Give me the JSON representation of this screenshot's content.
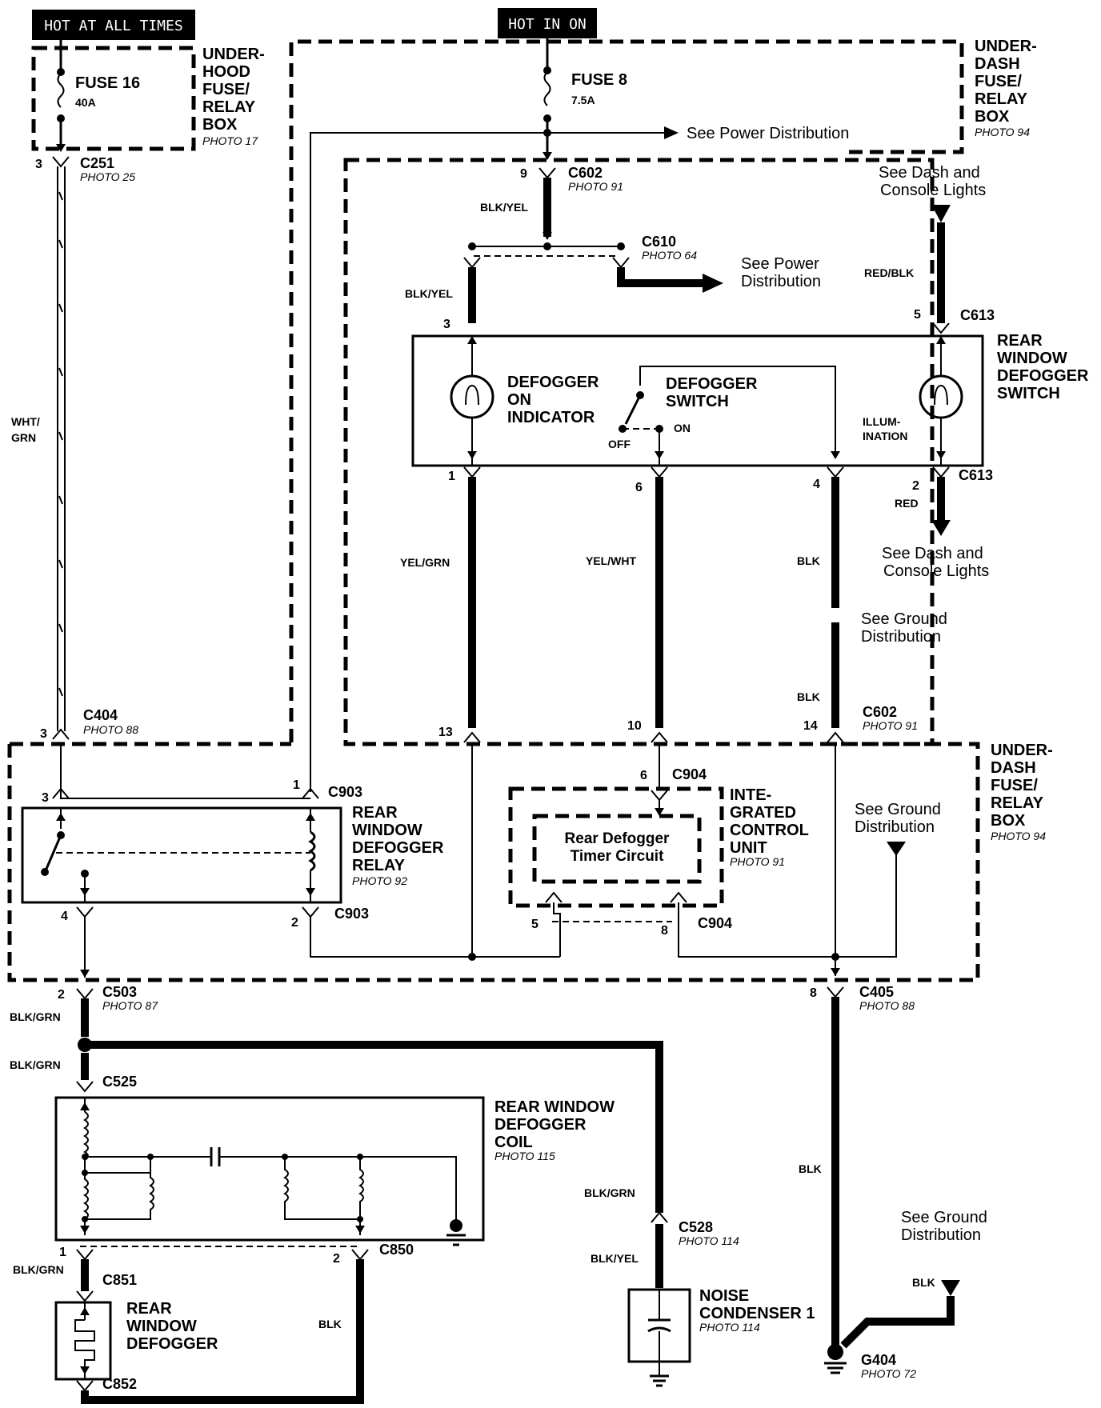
{
  "tags": {
    "hot_at_all_times": "HOT AT ALL TIMES",
    "hot_in_on": "HOT IN ON"
  },
  "fuses": {
    "fuse16": {
      "name": "FUSE 16",
      "rating": "40A"
    },
    "fuse8": {
      "name": "FUSE 8",
      "rating": "7.5A"
    }
  },
  "boxes": {
    "underhood": {
      "l1": "UNDER-",
      "l2": "HOOD",
      "l3": "FUSE/",
      "l4": "RELAY",
      "l5": "BOX",
      "photo": "PHOTO 17"
    },
    "underdash_top": {
      "l1": "UNDER-",
      "l2": "DASH",
      "l3": "FUSE/",
      "l4": "RELAY",
      "l5": "BOX",
      "photo": "PHOTO 94"
    },
    "underdash_bottom": {
      "l1": "UNDER-",
      "l2": "DASH",
      "l3": "FUSE/",
      "l4": "RELAY",
      "l5": "BOX",
      "photo": "PHOTO 94"
    }
  },
  "connectors": {
    "c251": {
      "name": "C251",
      "photo": "PHOTO 25",
      "pin": "3"
    },
    "c602_top": {
      "name": "C602",
      "photo": "PHOTO 91",
      "pin": "9"
    },
    "c610": {
      "name": "C610",
      "photo": "PHOTO 64"
    },
    "c613_top": {
      "name": "C613",
      "pin": "5"
    },
    "c613_bottom": {
      "name": "C613",
      "pin": "2"
    },
    "c404": {
      "name": "C404",
      "photo": "PHOTO 88",
      "pin": "3"
    },
    "c903_top": {
      "name": "C903",
      "pin_left": "3",
      "pin_right": "1"
    },
    "c903_bottom": {
      "name": "C903",
      "pin_left": "4",
      "pin_right": "2"
    },
    "c602_bottom": {
      "name": "C602",
      "photo": "PHOTO 91",
      "pin1": "13",
      "pin2": "10",
      "pin3": "14"
    },
    "c904_top": {
      "name": "C904",
      "pin": "6"
    },
    "c904_bottom": {
      "name": "C904",
      "pin1": "5",
      "pin2": "8"
    },
    "c405": {
      "name": "C405",
      "photo": "PHOTO 88",
      "pin": "8"
    },
    "c503": {
      "name": "C503",
      "photo": "PHOTO 87",
      "pin": "2"
    },
    "c525": {
      "name": "C525"
    },
    "c528": {
      "name": "C528",
      "photo": "PHOTO 114"
    },
    "c850": {
      "name": "C850",
      "pin": "2"
    },
    "c851": {
      "name": "C851",
      "pin": "1"
    },
    "c852": {
      "name": "C852"
    },
    "g404": {
      "name": "G404",
      "photo": "PHOTO 72"
    }
  },
  "switch_pins": {
    "p3": "3",
    "p1": "1",
    "p6": "6",
    "p4": "4"
  },
  "wires": {
    "wht_grn_1": "WHT/",
    "wht_grn_2": "GRN",
    "blk_yel_top": "BLK/YEL",
    "blk_yel_left": "BLK/YEL",
    "red_blk": "RED/BLK",
    "red": "RED",
    "yel_grn": "YEL/GRN",
    "yel_wht": "YEL/WHT",
    "blk_1": "BLK",
    "blk_2": "BLK",
    "blk_grn_1": "BLK/GRN",
    "blk_grn_2": "BLK/GRN",
    "blk_grn_3": "BLK/GRN",
    "blk_grn_4": "BLK/GRN",
    "blk_yel_nc": "BLK/YEL",
    "blk_3": "BLK",
    "blk_4": "BLK",
    "blk_5": "BLK"
  },
  "refs": {
    "see_power_1": "See Power Distribution",
    "see_power_2a": "See Power",
    "see_power_2b": "Distribution",
    "dash_top_a": "See Dash and",
    "dash_top_b": "Console Lights",
    "dash_bot_a": "See Dash and",
    "dash_bot_b": "Console Lights",
    "ground1_a": "See Ground",
    "ground1_b": "Distribution",
    "ground2_a": "See Ground",
    "ground2_b": "Distribution",
    "ground3_a": "See Ground",
    "ground3_b": "Distribution"
  },
  "components": {
    "switch": {
      "l1": "REAR",
      "l2": "WINDOW",
      "l3": "DEFOGGER",
      "l4": "SWITCH"
    },
    "indicator": {
      "l1": "DEFOGGER",
      "l2": "ON",
      "l3": "INDICATOR"
    },
    "defogger_switch": {
      "l1": "DEFOGGER",
      "l2": "SWITCH",
      "off": "OFF",
      "on": "ON"
    },
    "illumination": {
      "l1": "ILLUM-",
      "l2": "INATION"
    },
    "relay": {
      "l1": "REAR",
      "l2": "WINDOW",
      "l3": "DEFOGGER",
      "l4": "RELAY",
      "photo": "PHOTO 92"
    },
    "icu": {
      "l1": "INTE-",
      "l2": "GRATED",
      "l3": "CONTROL",
      "l4": "UNIT",
      "photo": "PHOTO 91"
    },
    "timer": {
      "l1": "Rear Defogger",
      "l2": "Timer Circuit"
    },
    "coil": {
      "l1": "REAR WINDOW",
      "l2": "DEFOGGER",
      "l3": "COIL",
      "photo": "PHOTO 115"
    },
    "defogger": {
      "l1": "REAR",
      "l2": "WINDOW",
      "l3": "DEFOGGER"
    },
    "noise": {
      "l1": "NOISE",
      "l2": "CONDENSER 1",
      "photo": "PHOTO 114"
    }
  },
  "colors": {
    "ink": "#000000",
    "paper": "#ffffff"
  }
}
